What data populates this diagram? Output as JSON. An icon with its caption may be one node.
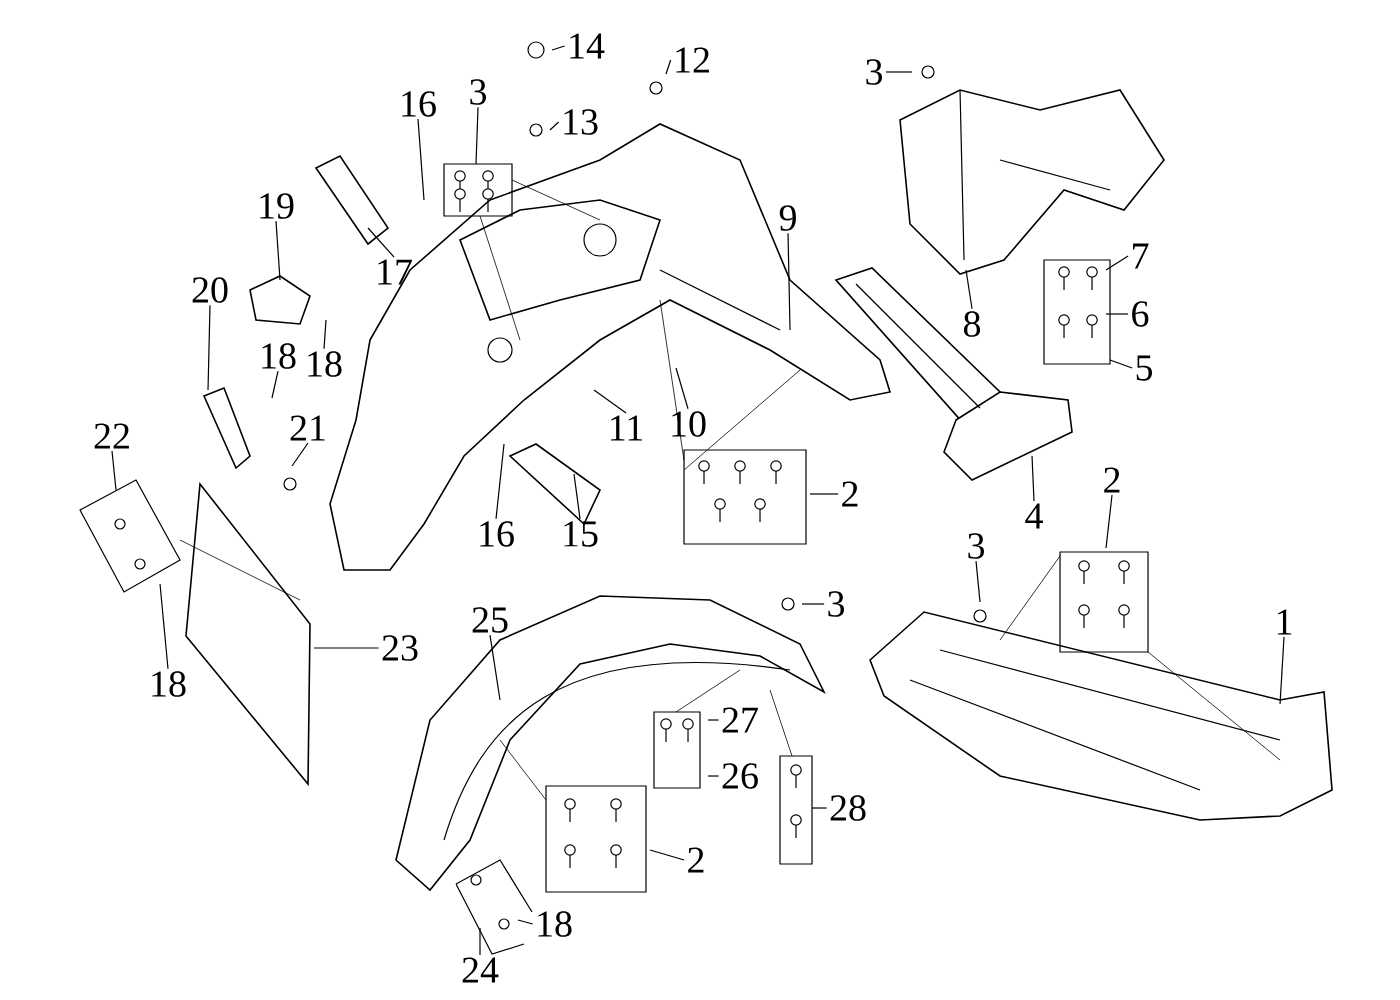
{
  "diagram": {
    "nodes": [
      {
        "text": [
          "14"
        ]
      },
      {
        "text": [
          "3"
        ]
      },
      {
        "text": [
          "12"
        ]
      },
      {
        "text": [
          "3"
        ]
      },
      {
        "text": [
          "16"
        ]
      },
      {
        "text": [
          "13"
        ]
      },
      {
        "text": [
          "19"
        ]
      },
      {
        "text": [
          "9"
        ]
      },
      {
        "text": [
          "7"
        ]
      },
      {
        "text": [
          "17"
        ]
      },
      {
        "text": [
          "20"
        ]
      },
      {
        "text": [
          "6"
        ]
      },
      {
        "text": [
          "8"
        ]
      },
      {
        "text": [
          "18"
        ]
      },
      {
        "text": [
          "18"
        ]
      },
      {
        "text": [
          "5"
        ]
      },
      {
        "text": [
          "21"
        ]
      },
      {
        "text": [
          "11"
        ]
      },
      {
        "text": [
          "10"
        ]
      },
      {
        "text": [
          "22"
        ]
      },
      {
        "text": [
          "2"
        ]
      },
      {
        "text": [
          "2"
        ]
      },
      {
        "text": [
          "4"
        ]
      },
      {
        "text": [
          "16"
        ]
      },
      {
        "text": [
          "15"
        ]
      },
      {
        "text": [
          "3"
        ]
      },
      {
        "text": [
          "3"
        ]
      },
      {
        "text": [
          "25"
        ]
      },
      {
        "text": [
          "1"
        ]
      },
      {
        "text": [
          "23"
        ]
      },
      {
        "text": [
          "18"
        ]
      },
      {
        "text": [
          "27"
        ]
      },
      {
        "text": [
          "26"
        ]
      },
      {
        "text": [
          "28"
        ]
      },
      {
        "text": [
          "2"
        ]
      },
      {
        "text": [
          "18"
        ]
      },
      {
        "text": [
          "24"
        ]
      }
    ],
    "edges": [
      {
        "from": 0,
        "to": null,
        "arrow": "none"
      },
      {
        "from": 1,
        "to": null,
        "arrow": "none"
      },
      {
        "from": 2,
        "to": null,
        "arrow": "none"
      },
      {
        "from": 3,
        "to": null,
        "arrow": "none"
      },
      {
        "from": 4,
        "to": null,
        "arrow": "none"
      },
      {
        "from": 5,
        "to": null,
        "arrow": "none"
      },
      {
        "from": 6,
        "to": null,
        "arrow": "none"
      },
      {
        "from": 7,
        "to": null,
        "arrow": "none"
      },
      {
        "from": 8,
        "to": null,
        "arrow": "none"
      },
      {
        "from": 9,
        "to": null,
        "arrow": "none"
      },
      {
        "from": 10,
        "to": null,
        "arrow": "none"
      },
      {
        "from": 11,
        "to": null,
        "arrow": "none"
      },
      {
        "from": 12,
        "to": null,
        "arrow": "none"
      },
      {
        "from": 13,
        "to": null,
        "arrow": "none"
      },
      {
        "from": 14,
        "to": null,
        "arrow": "none"
      },
      {
        "from": 15,
        "to": null,
        "arrow": "none"
      },
      {
        "from": 16,
        "to": null,
        "arrow": "none"
      },
      {
        "from": 17,
        "to": null,
        "arrow": "none"
      },
      {
        "from": 18,
        "to": null,
        "arrow": "none"
      },
      {
        "from": 19,
        "to": null,
        "arrow": "none"
      },
      {
        "from": 20,
        "to": null,
        "arrow": "none"
      },
      {
        "from": 21,
        "to": null,
        "arrow": "none"
      },
      {
        "from": 22,
        "to": null,
        "arrow": "none"
      },
      {
        "from": 23,
        "to": null,
        "arrow": "none"
      },
      {
        "from": 24,
        "to": null,
        "arrow": "none"
      },
      {
        "from": 25,
        "to": null,
        "arrow": "none"
      },
      {
        "from": 26,
        "to": null,
        "arrow": "none"
      },
      {
        "from": 27,
        "to": null,
        "arrow": "none"
      },
      {
        "from": 28,
        "to": null,
        "arrow": "none"
      },
      {
        "from": 29,
        "to": null,
        "arrow": "none"
      },
      {
        "from": 30,
        "to": null,
        "arrow": "none"
      },
      {
        "from": 31,
        "to": null,
        "arrow": "none"
      },
      {
        "from": 32,
        "to": null,
        "arrow": "none"
      },
      {
        "from": 33,
        "to": null,
        "arrow": "none"
      },
      {
        "from": 34,
        "to": null,
        "arrow": "none"
      },
      {
        "from": 35,
        "to": null,
        "arrow": "none"
      },
      {
        "from": 36,
        "to": null,
        "arrow": "none"
      }
    ]
  }
}
